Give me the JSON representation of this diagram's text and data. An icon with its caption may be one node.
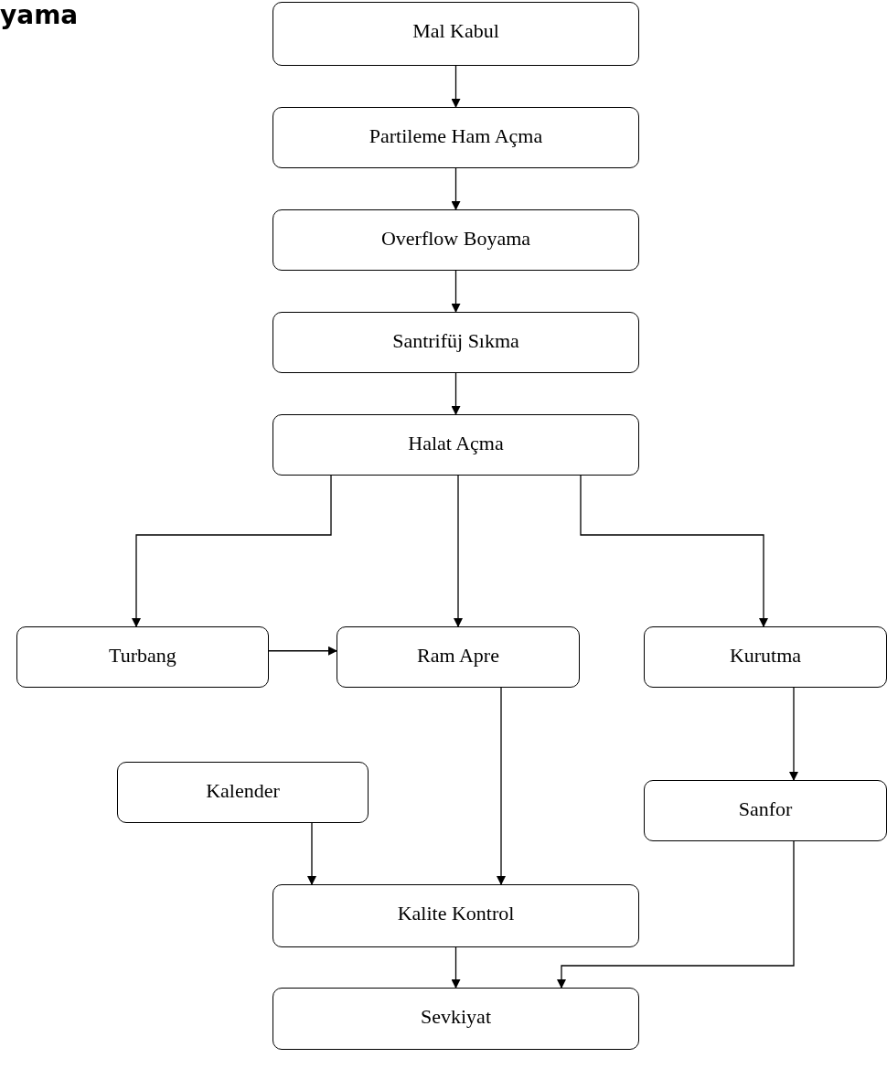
{
  "diagram": {
    "nodes": [
      {
        "text": [
          "Mal Kabul"
        ]
      },
      {
        "text": [
          "Partileme Ham Açma"
        ]
      },
      {
        "text": [
          "Overflow Boyama"
        ]
      },
      {
        "text": [
          "Santrifüj Sıkma"
        ]
      },
      {
        "text": [
          "Halat Açma"
        ]
      },
      {
        "text": [
          "Turbang"
        ]
      },
      {
        "text": [
          "Ram Apre"
        ]
      },
      {
        "text": [
          "Kurutma"
        ]
      },
      {
        "text": [
          "Kalender"
        ]
      },
      {
        "text": [
          "Sanfor"
        ]
      },
      {
        "text": [
          "Kalite Kontrol"
        ]
      },
      {
        "text": [
          "Sevkiyat"
        ]
      }
    ],
    "edges": [
      {
        "from": 0,
        "to": 1,
        "arrow": "to"
      },
      {
        "from": 1,
        "to": 2,
        "arrow": "to"
      },
      {
        "from": 2,
        "to": 3,
        "arrow": "to"
      },
      {
        "from": 3,
        "to": 4,
        "arrow": "to"
      },
      {
        "from": 4,
        "to": 5,
        "arrow": "to"
      },
      {
        "from": 4,
        "to": 6,
        "arrow": "to"
      },
      {
        "from": 4,
        "to": 7,
        "arrow": "to"
      },
      {
        "from": 5,
        "to": 6,
        "arrow": "to"
      },
      {
        "from": 6,
        "to": 10,
        "arrow": "to"
      },
      {
        "from": 7,
        "to": 9,
        "arrow": "to"
      },
      {
        "from": 8,
        "to": 10,
        "arrow": "to"
      },
      {
        "from": 10,
        "to": 11,
        "arrow": "to"
      },
      {
        "from": 9,
        "to": 11,
        "arrow": "to"
      }
    ],
    "labels": [
      "yama"
    ]
  }
}
